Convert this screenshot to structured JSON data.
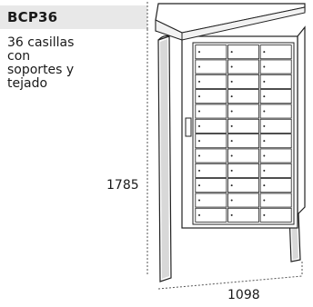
{
  "product": {
    "code": "BCP36",
    "description": "36 casillas\ncon\nsoportes y\ntejado"
  },
  "dimensions": {
    "height": "1785",
    "width": "1098"
  },
  "drawing": {
    "lockers": {
      "columns": 3,
      "rows": 12
    }
  }
}
